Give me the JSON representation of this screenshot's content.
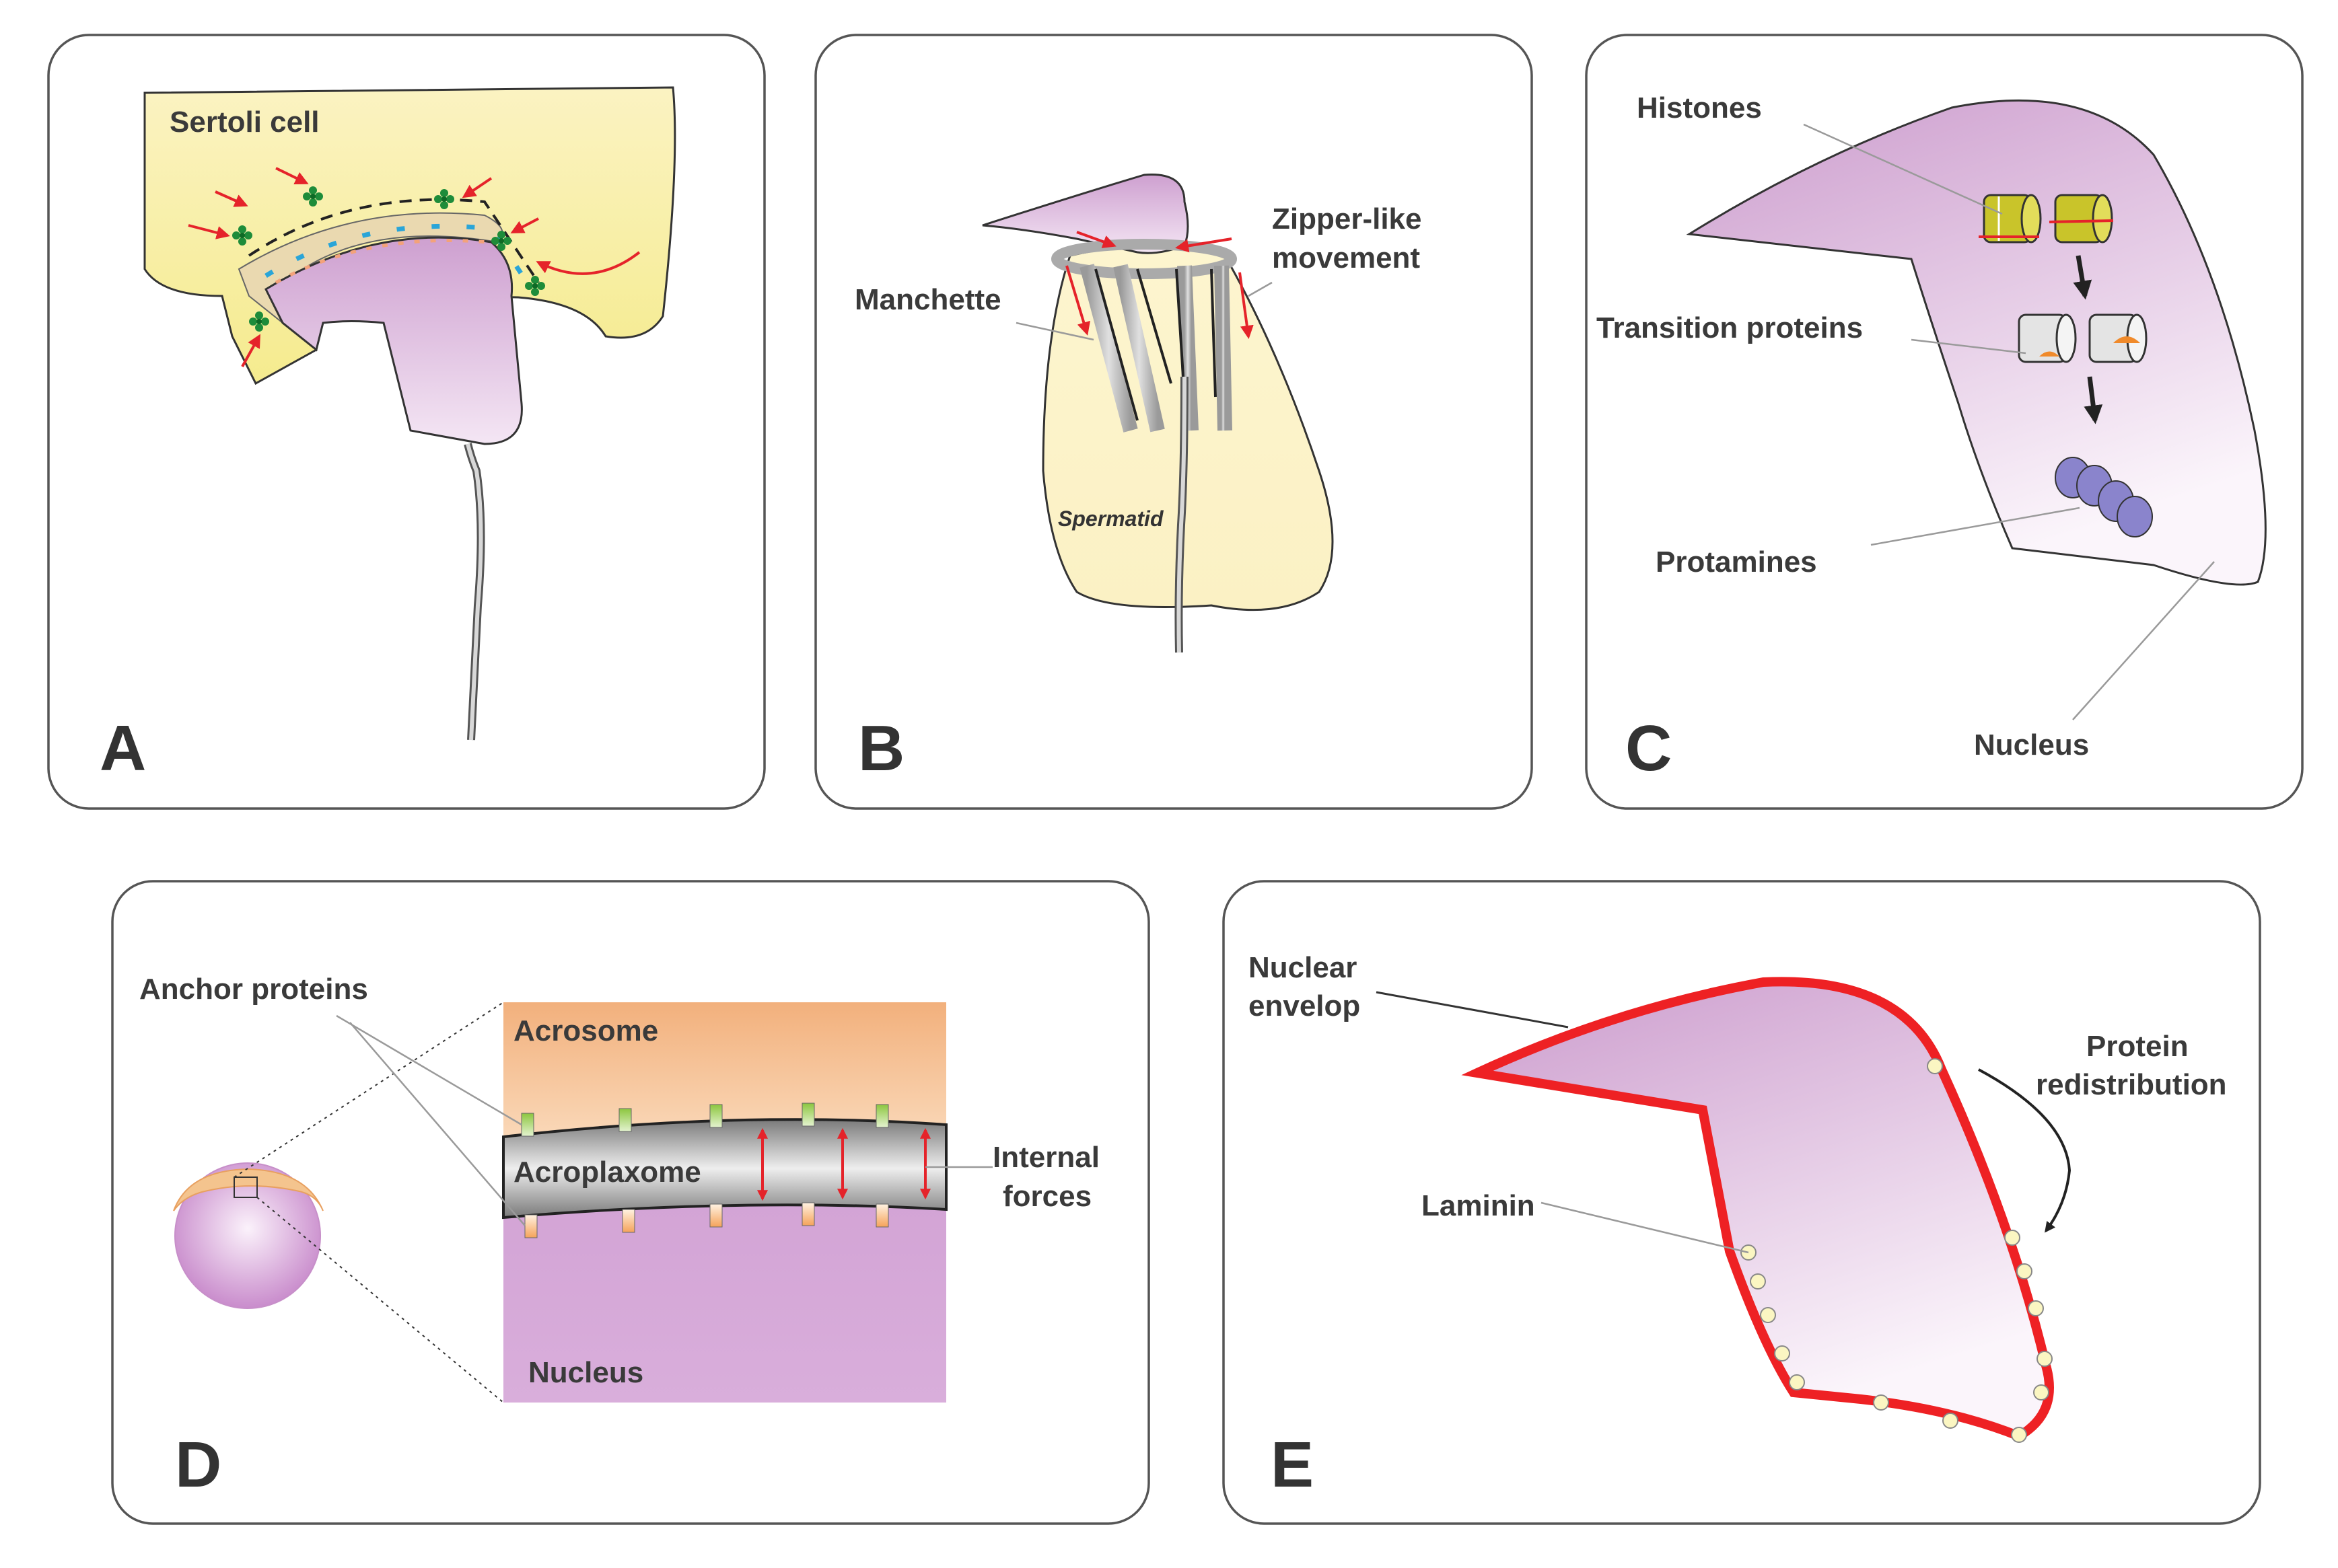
{
  "panels": {
    "a": {
      "letter": "A",
      "sertoli_label": "Sertoli cell"
    },
    "b": {
      "letter": "B",
      "manchette_label": "Manchette",
      "zipper_label_line1": "Zipper-like",
      "zipper_label_line2": "movement",
      "spermatid_label": "Spermatid"
    },
    "c": {
      "letter": "C",
      "histones_label": "Histones",
      "transition_label": "Transition proteins",
      "protamines_label": "Protamines",
      "nucleus_label": "Nucleus"
    },
    "d": {
      "letter": "D",
      "anchor_label": "Anchor proteins",
      "acrosome_label": "Acrosome",
      "acroplaxome_label": "Acroplaxome",
      "nucleus_label": "Nucleus",
      "forces_label_line1": "Internal",
      "forces_label_line2": "forces"
    },
    "e": {
      "letter": "E",
      "envelope_label_line1": "Nuclear",
      "envelope_label_line2": "envelop",
      "laminin_label": "Laminin",
      "redistribution_line1": "Protein",
      "redistribution_line2": "redistribution"
    }
  },
  "colors": {
    "nucleus_purple": "#cc9fcf",
    "cytoplasm_yellow": "#fbf3bf",
    "acrosome_orange": "#f3c79c",
    "arrow_red": "#e5232a",
    "envelope_red": "#ee2124"
  }
}
